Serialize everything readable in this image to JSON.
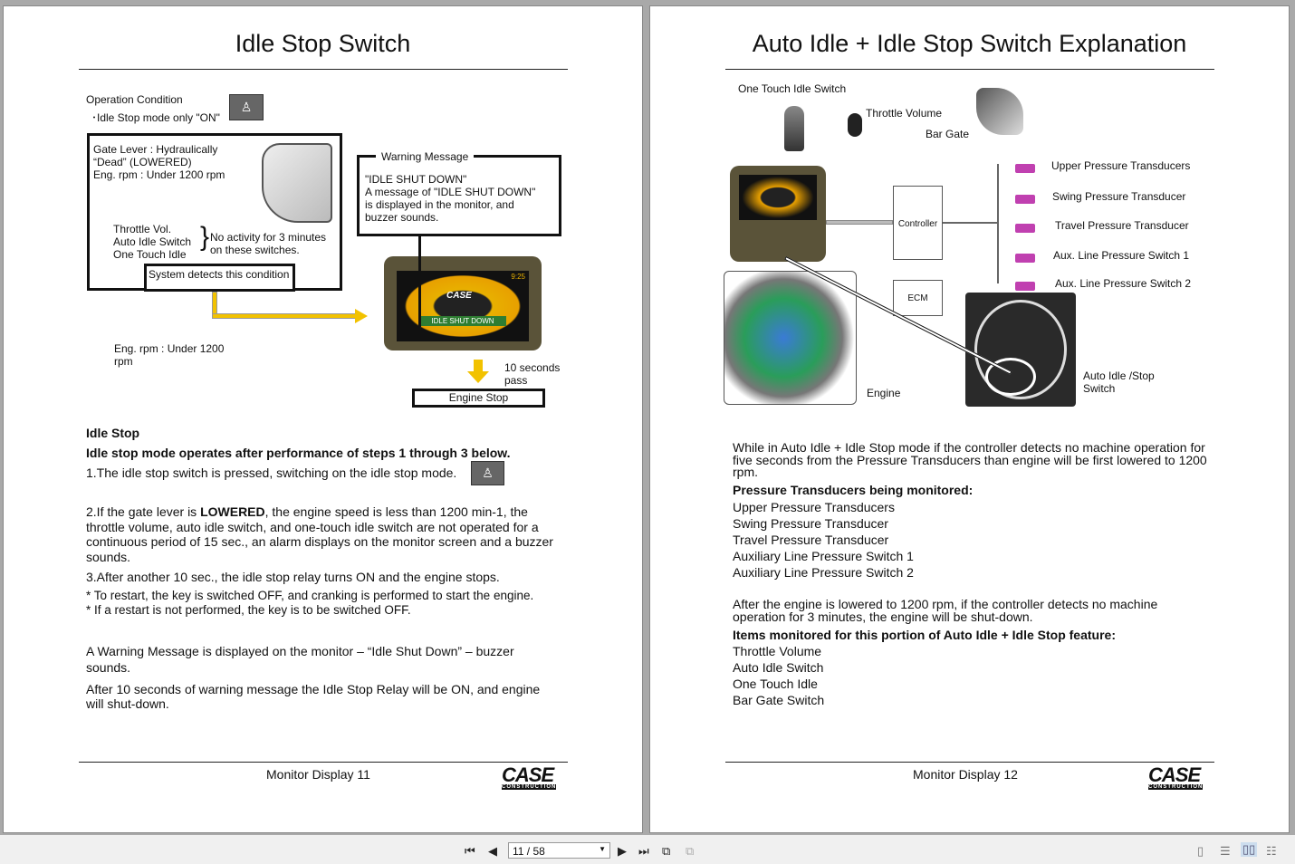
{
  "left_page": {
    "title": "Idle Stop Switch",
    "operation_condition": "Operation Condition",
    "idle_stop_mode": "･Idle Stop mode only \"ON\"",
    "gate_lever": [
      "Gate Lever : Hydraulically",
      "“Dead” (LOWERED)",
      " Eng. rpm : Under 1200  rpm"
    ],
    "switches": [
      "Throttle Vol.",
      "Auto Idle Switch",
      "One Touch Idle"
    ],
    "no_activity": [
      "No activity for 3 minutes",
      "on these switches."
    ],
    "system_detects": "System detects this condition",
    "warning_title": "Warning Message",
    "warning_text": [
      "\"IDLE SHUT DOWN\"",
      "A message of \"IDLE SHUT DOWN\"",
      "is displayed in the monitor, and",
      "buzzer sounds."
    ],
    "monitor_msg": "IDLE SHUT DOWN",
    "monitor_time": "9:25",
    "monitor_brand": "CASE",
    "eng_rpm": [
      "Eng. rpm : Under 1200",
      "rpm"
    ],
    "ten_seconds": [
      "10 seconds",
      "pass"
    ],
    "engine_stop": "Engine Stop",
    "heading": "Idle Stop",
    "subheading": "Idle stop mode operates after performance of steps 1 through 3 below.",
    "step1": "1.The idle stop switch is pressed, switching on the idle stop mode.",
    "step2_pre": "2.If the gate lever is ",
    "step2_bold": "LOWERED",
    "step2_post": ", the engine speed is less than 1200 min-1, the throttle volume, auto idle switch, and one-touch idle switch are not operated for a continuous period of 15 sec., an alarm displays on the monitor screen and a buzzer sounds.",
    "step3": "3.After another 10 sec., the idle stop relay turns ON and the engine stops.",
    "note1": "* To restart, the key is switched OFF, and cranking is performed to start the engine.",
    "note2": "* If a restart is not performed, the key is to be switched OFF.",
    "para1": "A Warning Message is displayed on the monitor – “Idle Shut Down” – buzzer sounds.",
    "para2": "After 10 seconds of warning message the Idle Stop Relay will be ON, and engine will shut-down.",
    "footer": "Monitor Display 11",
    "logo": "CASE",
    "logo_sub": "CONSTRUCTION"
  },
  "right_page": {
    "title": "Auto Idle + Idle Stop Switch Explanation",
    "labels": {
      "one_touch": "One Touch Idle Switch",
      "throttle": "Throttle Volume",
      "bar_gate": "Bar Gate",
      "controller": "Controller",
      "ecm": "ECM",
      "engine": "Engine",
      "auto_idle": [
        "Auto Idle /Stop",
        "Switch"
      ]
    },
    "sensors": [
      "Upper Pressure Transducers",
      "Swing Pressure Transducer",
      "Travel Pressure Transducer",
      "Aux. Line Pressure Switch 1",
      "Aux. Line Pressure Switch 2"
    ],
    "intro": "While in Auto Idle + Idle Stop mode if the controller detects no machine operation for five seconds from the Pressure Transducers than engine will be first lowered to 1200 rpm.",
    "monitored_heading": "Pressure Transducers being monitored:",
    "monitored": [
      "Upper Pressure Transducers",
      "Swing Pressure Transducer",
      "Travel Pressure Transducer",
      "Auxiliary Line Pressure Switch 1",
      "Auxiliary Line Pressure Switch 2"
    ],
    "after": "After the engine is lowered to 1200 rpm, if the controller detects no machine operation for 3 minutes, the engine will be shut-down.",
    "items_heading": "Items monitored for this portion of Auto Idle + Idle Stop feature:",
    "items": [
      "Throttle Volume",
      "Auto Idle Switch",
      "One Touch Idle",
      "Bar Gate Switch"
    ],
    "footer": "Monitor Display 12",
    "logo": "CASE",
    "logo_sub": "CONSTRUCTION"
  },
  "toolbar": {
    "page_value": "11 / 58"
  },
  "colors": {
    "arrow": "#f2c200",
    "sensor": "#c040b0"
  }
}
